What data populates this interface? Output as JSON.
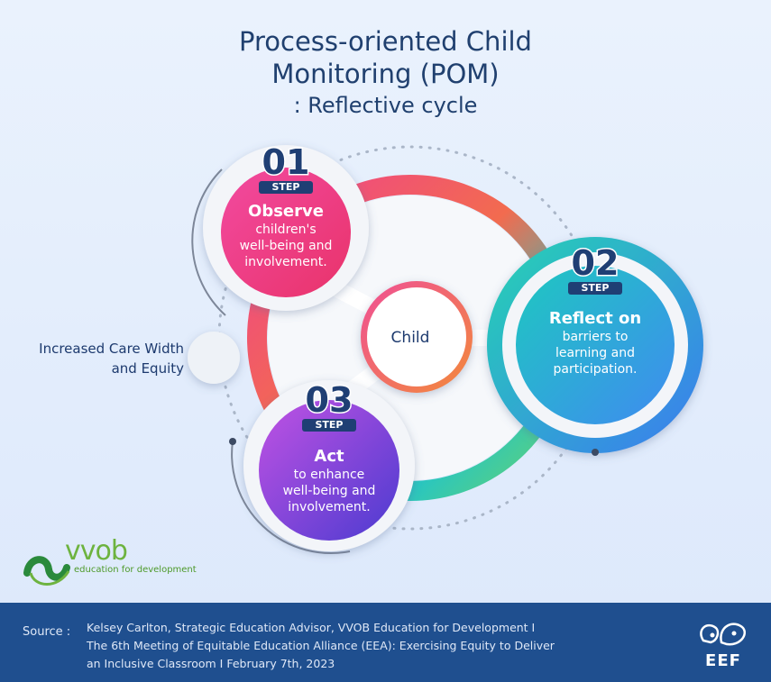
{
  "title": {
    "line1": "Process-oriented Child",
    "line2": "Monitoring (POM)",
    "line3": ": Reflective cycle"
  },
  "center": {
    "label": "Child"
  },
  "side_label": {
    "line1": "Increased Care Width",
    "line2": "and Equity"
  },
  "steps": [
    {
      "number": "01",
      "step": "STEP",
      "heading": "Observe",
      "lines": [
        "children's",
        "well-being and",
        "involvement."
      ],
      "color": "#ec4a93"
    },
    {
      "number": "02",
      "step": "STEP",
      "heading": "Reflect on",
      "lines": [
        "barriers to",
        "learning and",
        "participation."
      ],
      "color": "#20b9c9"
    },
    {
      "number": "03",
      "step": "STEP",
      "heading": "Act",
      "lines": [
        "to enhance",
        "well-being and",
        "involvement."
      ],
      "color": "#7a3fd6"
    }
  ],
  "logo": {
    "word": "vvob",
    "tagline": "education for development"
  },
  "footer": {
    "source_label": "Source :",
    "source_lines": [
      "Kelsey Carlton, Strategic Education Advisor, VVOB Education for Development I",
      "The 6th Meeting of Equitable Education Alliance (EEA): Exercising Equity to Deliver",
      "an Inclusive Classroom I February 7th, 2023"
    ],
    "logo_text": "EEF"
  }
}
